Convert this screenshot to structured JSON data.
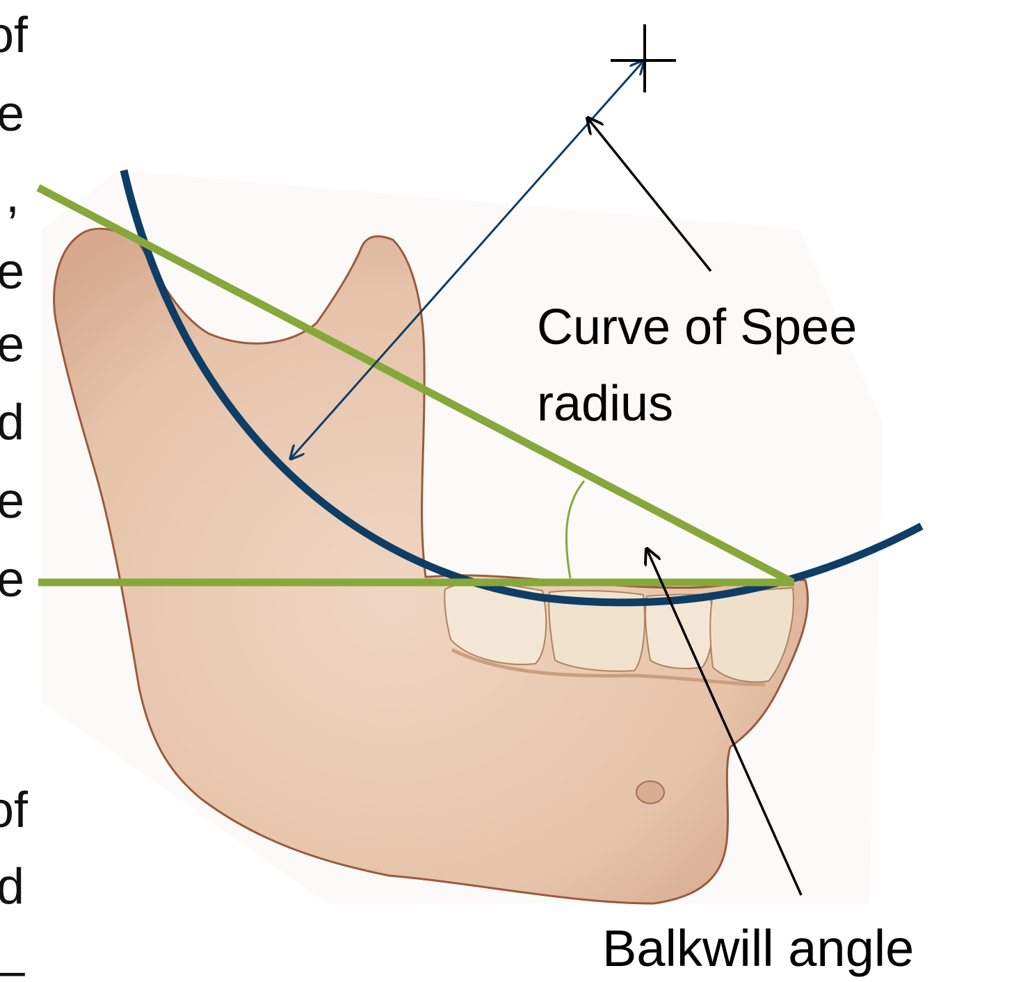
{
  "labels": {
    "curve_radius_line1": "Curve of Spee",
    "curve_radius_line2": "radius",
    "balkwill": "Balkwill angle"
  },
  "edge_fragments": [
    "of",
    "e",
    ",",
    "e",
    "e",
    "d",
    "e",
    "e",
    "of",
    "d",
    "_"
  ],
  "colors": {
    "curve": "#0e3d66",
    "plane_lines": "#86a83a",
    "angle_arc": "#86a83a",
    "arrows": "#000000",
    "bone": "#e6c7b0",
    "bone_edge": "#9a5a3c",
    "teeth": "#f3e6d4"
  },
  "icons": {
    "center_mark": "crosshair-icon",
    "arrow": "arrow-icon"
  }
}
